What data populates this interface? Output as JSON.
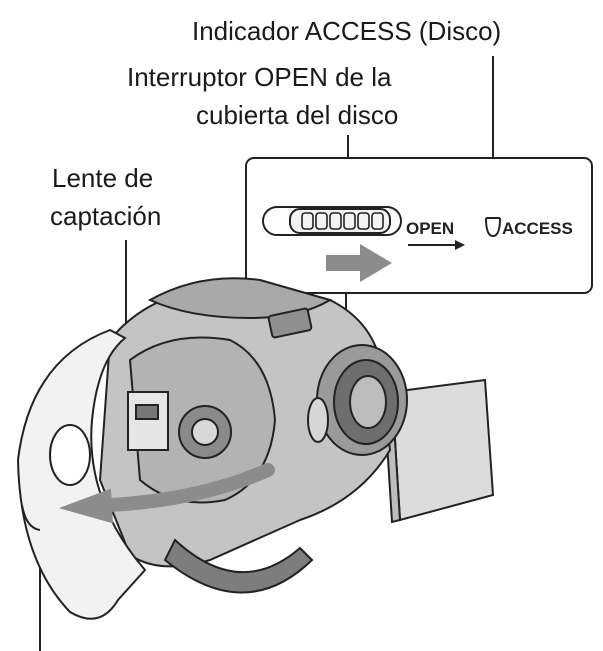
{
  "labels": {
    "access_indicator": "Indicador ACCESS (Disco)",
    "open_switch_line1": "Interruptor OPEN de la",
    "open_switch_line2": "cubierta del disco",
    "pickup_lens_line1": "Lente de",
    "pickup_lens_line2": "captación"
  },
  "inset": {
    "open_text": "OPEN",
    "access_text": "ACCESS"
  },
  "colors": {
    "arrow": "#8c8c8c",
    "outline": "#222222",
    "body_shade": "#b9b9b9"
  }
}
